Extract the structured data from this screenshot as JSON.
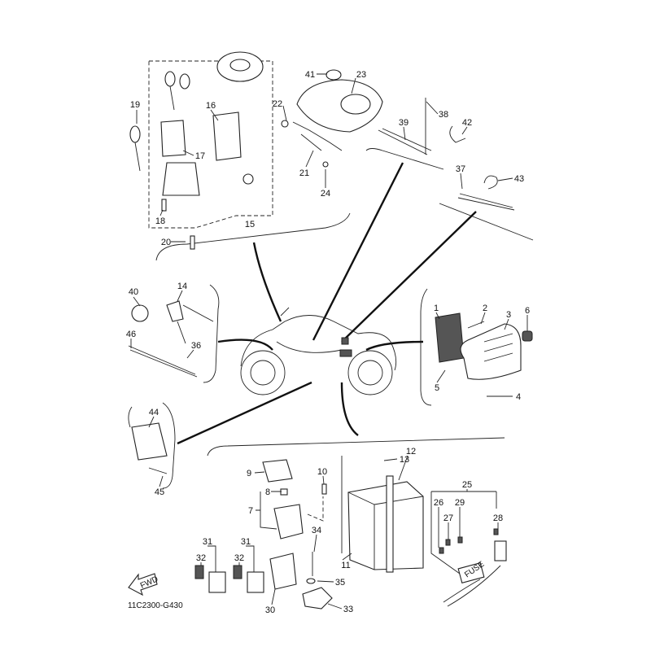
{
  "diagram_code": "11C2300-G430",
  "fwd_label": "FWD",
  "fuse_label": "FUSE",
  "callouts": {
    "c41": "41",
    "c23": "23",
    "c22": "22",
    "c16": "16",
    "c19": "19",
    "c17": "17",
    "c18": "18",
    "c15": "15",
    "c20": "20",
    "c21": "21",
    "c24": "24",
    "c38": "38",
    "c39": "39",
    "c42": "42",
    "c37": "37",
    "c43": "43",
    "c40": "40",
    "c14": "14",
    "c46": "46",
    "c36": "36",
    "c1": "1",
    "c2": "2",
    "c3": "3",
    "c6": "6",
    "c5": "5",
    "c4": "4",
    "c44": "44",
    "c45": "45",
    "c13": "13",
    "c12": "12",
    "c9": "9",
    "c10": "10",
    "c8": "8",
    "c7": "7",
    "c34": "34",
    "c25": "25",
    "c26": "26",
    "c27": "27",
    "c29": "29",
    "c28": "28",
    "c31a": "31",
    "c32a": "32",
    "c31b": "31",
    "c32b": "32",
    "c30": "30",
    "c11": "11",
    "c35": "35",
    "c33": "33"
  }
}
